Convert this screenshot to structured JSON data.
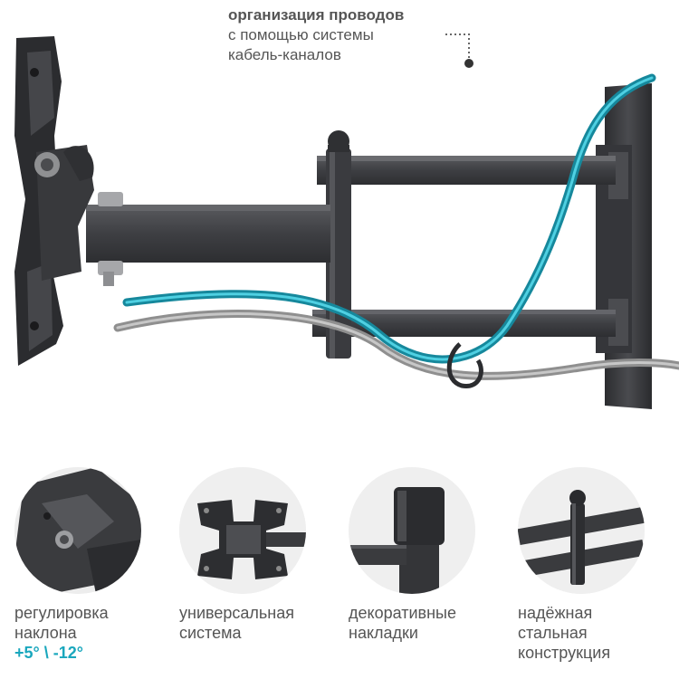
{
  "callout": {
    "line1": "организация проводов",
    "line2": "с помощью системы",
    "line3": "кабель-каналов"
  },
  "colors": {
    "accent": "#1aa7bd",
    "metal": "#3c3d40",
    "cable_gray": "#8f8f8f"
  },
  "features": [
    {
      "line1": "регулировка",
      "line2": "наклона",
      "line3": "+5° \\ -12°"
    },
    {
      "line1": "универсальная",
      "line2": "система"
    },
    {
      "line1": "декоративные",
      "line2": "накладки"
    },
    {
      "line1": "надёжная",
      "line2": "стальная",
      "line3": "конструкция"
    }
  ]
}
